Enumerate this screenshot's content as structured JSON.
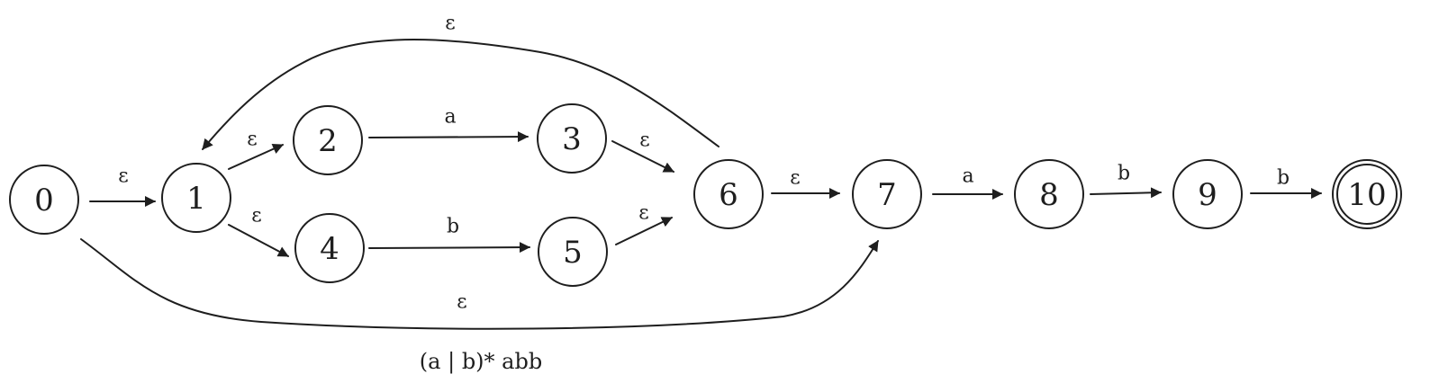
{
  "diagram": {
    "caption": "(a | b)* abb",
    "colors": {
      "stroke": "#1e1e1e",
      "background": "#ffffff"
    },
    "states": [
      {
        "id": "0",
        "label": "0",
        "accepting": false
      },
      {
        "id": "1",
        "label": "1",
        "accepting": false
      },
      {
        "id": "2",
        "label": "2",
        "accepting": false
      },
      {
        "id": "3",
        "label": "3",
        "accepting": false
      },
      {
        "id": "4",
        "label": "4",
        "accepting": false
      },
      {
        "id": "5",
        "label": "5",
        "accepting": false
      },
      {
        "id": "6",
        "label": "6",
        "accepting": false
      },
      {
        "id": "7",
        "label": "7",
        "accepting": false
      },
      {
        "id": "8",
        "label": "8",
        "accepting": false
      },
      {
        "id": "9",
        "label": "9",
        "accepting": false
      },
      {
        "id": "10",
        "label": "10",
        "accepting": true
      }
    ],
    "transitions": [
      {
        "from": "0",
        "to": "1",
        "label": "ε"
      },
      {
        "from": "1",
        "to": "2",
        "label": "ε"
      },
      {
        "from": "1",
        "to": "4",
        "label": "ε"
      },
      {
        "from": "2",
        "to": "3",
        "label": "a"
      },
      {
        "from": "4",
        "to": "5",
        "label": "b"
      },
      {
        "from": "3",
        "to": "6",
        "label": "ε"
      },
      {
        "from": "5",
        "to": "6",
        "label": "ε"
      },
      {
        "from": "6",
        "to": "1",
        "label": "ε"
      },
      {
        "from": "6",
        "to": "7",
        "label": "ε"
      },
      {
        "from": "0",
        "to": "7",
        "label": "ε"
      },
      {
        "from": "7",
        "to": "8",
        "label": "a"
      },
      {
        "from": "8",
        "to": "9",
        "label": "b"
      },
      {
        "from": "9",
        "to": "10",
        "label": "b"
      }
    ]
  }
}
